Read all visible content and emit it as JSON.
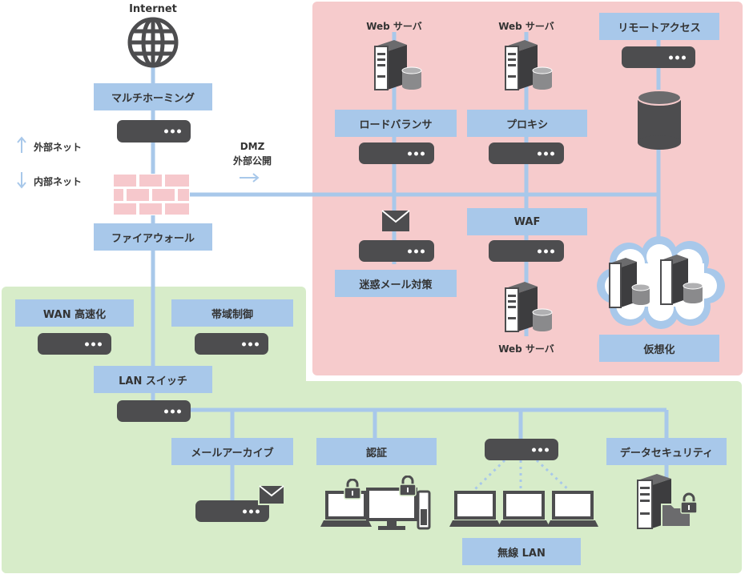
{
  "internet": {
    "label": "Internet"
  },
  "legend": {
    "external_label": "外部ネット",
    "internal_label": "内部ネット"
  },
  "dmz": {
    "title": "DMZ",
    "subtitle": "外部公開"
  },
  "nodes": {
    "multihoming": "マルチホーミング",
    "firewall": "ファイアウォール",
    "web_server_1": "Web サーバ",
    "web_server_2": "Web サーバ",
    "web_server_3": "Web サーバ",
    "load_balancer": "ロードバランサ",
    "proxy": "プロキシ",
    "remote_access": "リモートアクセス",
    "waf": "WAF",
    "anti_spam": "迷惑メール対策",
    "virtualization": "仮想化",
    "wan_acceleration": "WAN 高速化",
    "bandwidth_control": "帯域制御",
    "lan_switch": "LAN スイッチ",
    "mail_archive": "メールアーカイブ",
    "authentication": "認証",
    "data_security": "データセキュリティ",
    "wireless_lan": "無線 LAN"
  },
  "colors": {
    "dmz_zone": "#f6cbcc",
    "internal_zone": "#d7ecc9",
    "label_fill": "#a8c8ea",
    "line": "#a8c8ea",
    "device": "#4d4d4f",
    "firewall": "#f6c8cc"
  },
  "icons": [
    "globe-icon",
    "firewall-icon",
    "server-icon",
    "database-icon",
    "mail-icon",
    "cloud-icon",
    "laptop-icon",
    "monitor-icon",
    "lock-icon",
    "folder-icon",
    "arrow-up-icon",
    "arrow-down-icon",
    "arrow-right-icon"
  ]
}
